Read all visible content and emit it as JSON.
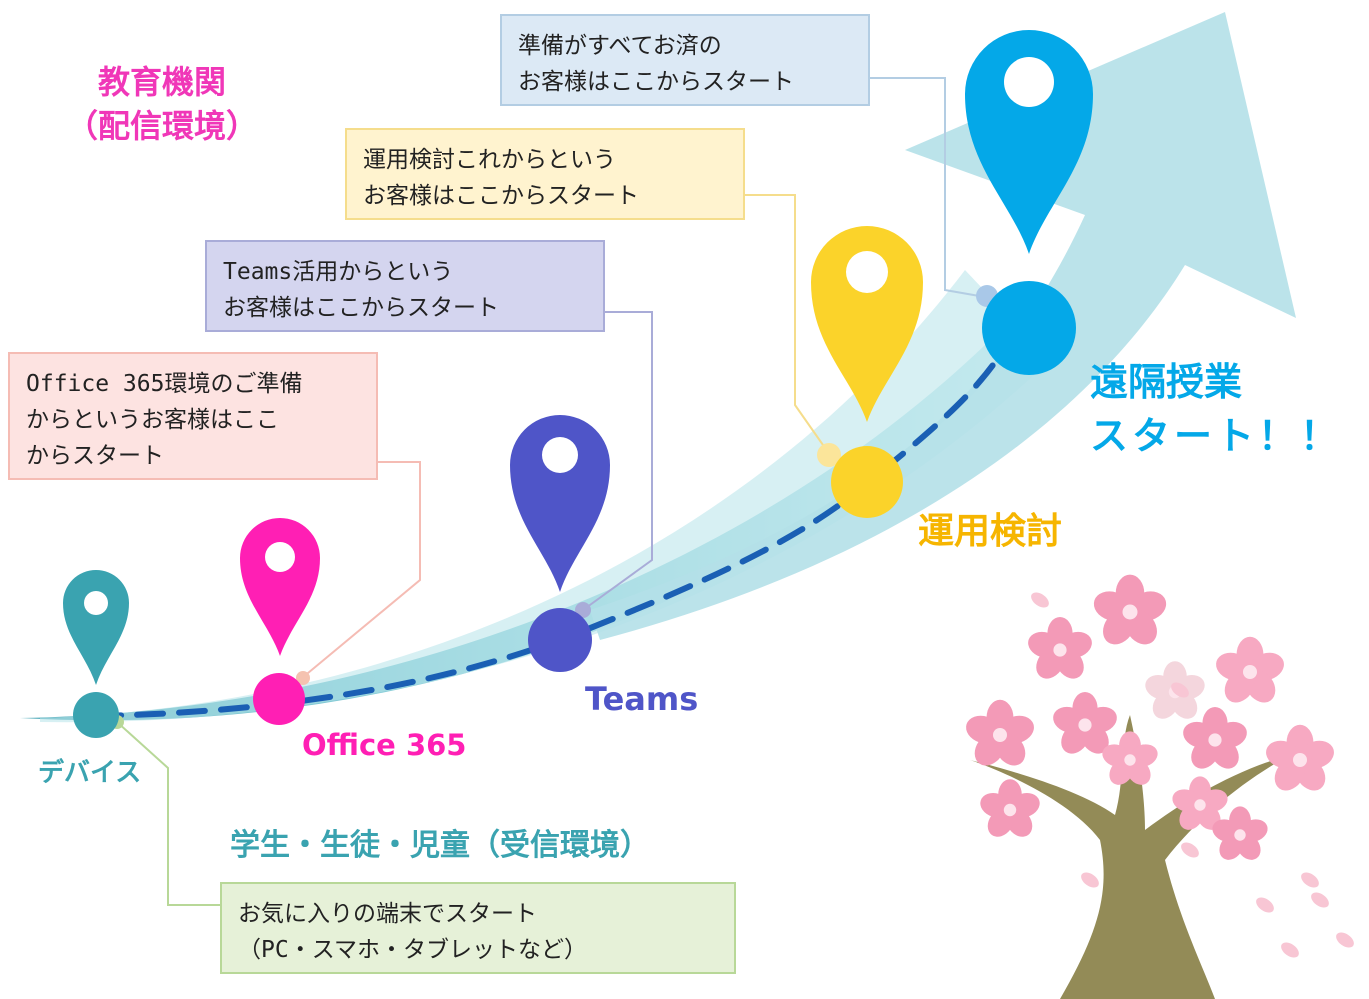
{
  "headings": {
    "education": [
      "教育機関",
      "（配信環境）"
    ],
    "students": "学生・生徒・児童（受信環境）",
    "goal": [
      "遠隔授業",
      "スタート！！"
    ]
  },
  "stages": [
    {
      "label": "デバイス",
      "color": "#3aa3b0"
    },
    {
      "label": "Office 365",
      "color": "#ff1fb4"
    },
    {
      "label": "Teams",
      "color": "#4f55c8"
    },
    {
      "label": "運用検討",
      "color": "#fbd32a"
    },
    {
      "label": "遠隔授業",
      "color": "#04a8e8"
    }
  ],
  "boxes": {
    "ready": {
      "lines": [
        "準備がすべてお済の",
        "お客様はここからスタート"
      ],
      "bg": "#dce9f5",
      "border": "#b3cde3"
    },
    "planning": {
      "lines": [
        "運用検討これからという",
        "お客様はここからスタート"
      ],
      "bg": "#fff3cf",
      "border": "#f5dd8c"
    },
    "teams": {
      "lines": [
        "Teams活用からという",
        "お客様はここからスタート"
      ],
      "bg": "#d4d5ef",
      "border": "#a9acd8"
    },
    "office": {
      "lines": [
        "Office 365環境のご準備",
        "からというお客様はここ",
        "からスタート"
      ],
      "bg": "#fde3e1",
      "border": "#f5bcb4"
    },
    "device": {
      "lines": [
        "お気に入りの端末でスタート",
        "（PC・スマホ・タブレットなど）"
      ],
      "bg": "#e6f1d8",
      "border": "#b8d898"
    }
  },
  "colors": {
    "arrow": "#a9dde6",
    "dash": "#1a5fb4",
    "trunk": "#938b57",
    "blossom": "#f7a9c2",
    "education_heading": "#f037b8",
    "students_heading": "#3aa3b0",
    "goal_heading": "#04a8e8",
    "planning_label": "#f6b500"
  }
}
